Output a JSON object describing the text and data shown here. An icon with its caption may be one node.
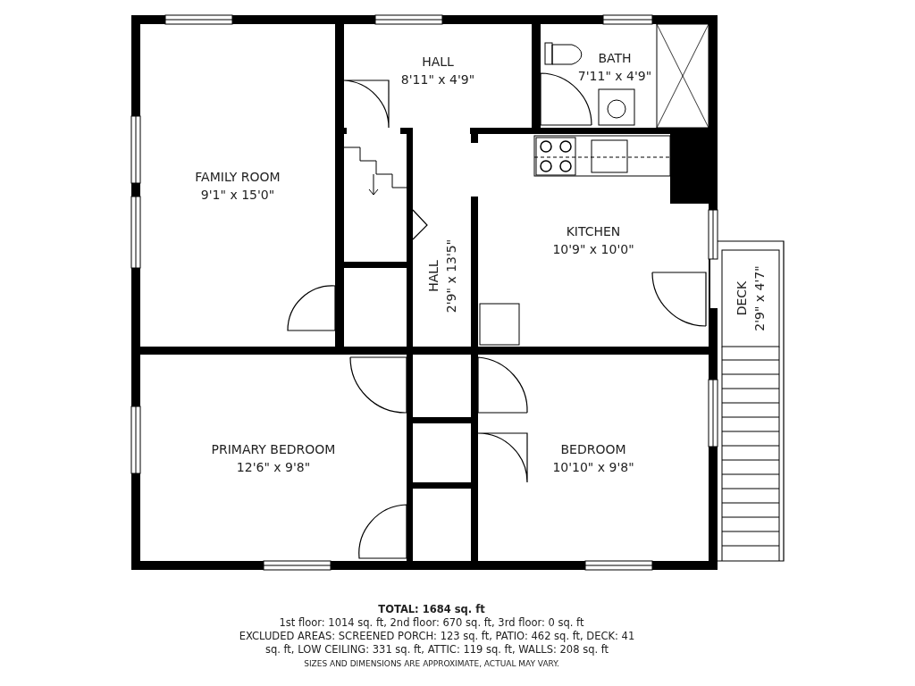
{
  "diagram": {
    "nodes": [
      {
        "text": [
          "FAMILY ROOM",
          "9'1\" x 15'0\""
        ]
      },
      {
        "text": [
          "HALL",
          "8'11\" x 4'9\""
        ]
      },
      {
        "text": [
          "BATH",
          "7'11\" x 4'9\""
        ]
      },
      {
        "text": [
          "HALL",
          "2'9\" x 13'5\""
        ]
      },
      {
        "text": [
          "KITCHEN",
          "10'9\" x 10'0\""
        ]
      },
      {
        "text": [
          "DECK",
          "2'9\" x 4'7\""
        ]
      },
      {
        "text": [
          "PRIMARY BEDROOM",
          "12'6\" x 9'8\""
        ]
      },
      {
        "text": [
          "BEDROOM",
          "10'10\" x 9'8\""
        ]
      }
    ],
    "labels": [
      "TOTAL: 1684 sq. ft",
      "1st floor: 1014 sq. ft, 2nd floor: 670 sq. ft, 3rd floor: 0 sq. ft",
      "EXCLUDED AREAS: SCREENED PORCH: 123 sq. ft, PATIO: 462 sq. ft, DECK: 41 sq. ft, LOW CEILING: 331 sq. ft, ATTIC: 119 sq. ft, WALLS: 208 sq. ft",
      "SIZES AND DIMENSIONS ARE APPROXIMATE, ACTUAL MAY VARY."
    ]
  }
}
